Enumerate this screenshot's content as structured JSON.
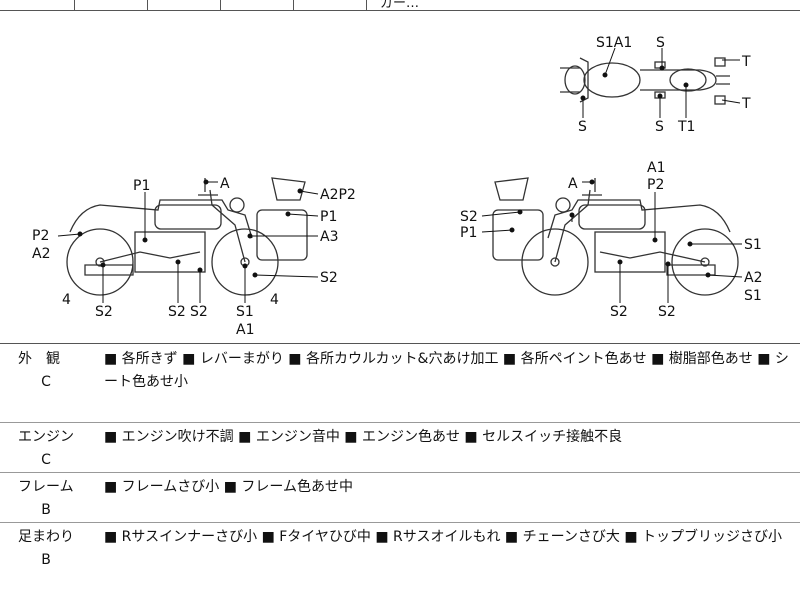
{
  "header_fragment": "ガー…",
  "diagram": {
    "top_view_labels": [
      "S1A1",
      "S",
      "T",
      "T",
      "S",
      "S",
      "T1"
    ],
    "left_bike_labels": [
      "P1",
      "A",
      "A2P2",
      "P1",
      "A3",
      "P2",
      "A2",
      "4",
      "S2",
      "S2",
      "S2",
      "S1",
      "A1",
      "4",
      "S2"
    ],
    "right_bike_labels": [
      "A1",
      "P2",
      "A",
      "S2",
      "P1",
      "S1",
      "A2",
      "S1",
      "S2",
      "S2"
    ]
  },
  "rows": [
    {
      "name": "外　観",
      "grade": "C",
      "items": [
        "■ 各所きず",
        "■ レバーまがり",
        "■ 各所カウルカット&穴あけ加工",
        "■ 各所ペイント色あせ",
        "■ 樹脂部色あせ",
        "■ シート色あせ小"
      ]
    },
    {
      "name": "エンジン",
      "grade": "C",
      "items": [
        "■ エンジン吹け不調",
        "■ エンジン音中",
        "■ エンジン色あせ",
        "■ セルスイッチ接触不良"
      ]
    },
    {
      "name": "フレーム",
      "grade": "B",
      "items": [
        "■ フレームさび小",
        "■ フレーム色あせ中"
      ]
    },
    {
      "name": "足まわり",
      "grade": "B",
      "items": [
        "■ Rサスインナーさび小",
        "■ Fタイヤひび中",
        "■ Rサスオイルもれ",
        "■ チェーンさび大",
        "■ トップブリッジさび小"
      ]
    }
  ]
}
